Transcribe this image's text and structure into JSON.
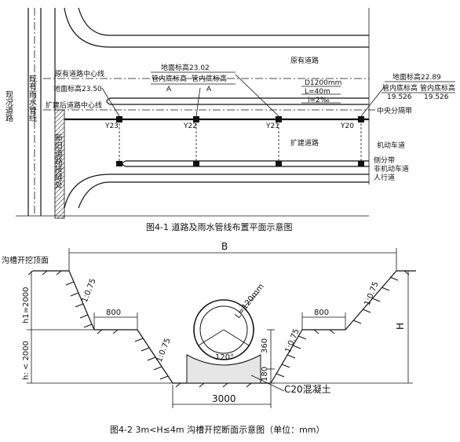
{
  "fig1": {
    "caption": "图4-1 道路及雨水管线布置平面示意图",
    "existing_road": "现况道路",
    "existing_storm_pipe": "既有雨水管线",
    "new_old_road_joint": "新旧道路接缝处",
    "original_road_centerline": "原有道路中心线",
    "original_road": "原有道路",
    "widened_road_centerline": "扩建后道路中心线",
    "widened_road": "扩建道路",
    "ground_elev_1": "地面标高23.02",
    "ground_elev_2": "地面标高23.50",
    "ground_elev_3": "地面标高22.89",
    "invert_label": "管内底标高",
    "invert_a": "A",
    "invert_value": "19.526",
    "pipe_dia": "D1200mm",
    "pipe_len": "L=40m",
    "slope": "i=2‰",
    "median": "中央分隔带",
    "motor_lane": "机动车道",
    "side_strip": "侧分带",
    "nonmotor_lane": "非机动车道",
    "sidewalk": "人行道",
    "wells": [
      "Y23",
      "Y22",
      "Y21",
      "Y20"
    ]
  },
  "fig2": {
    "caption": "图4-2 3m<H≤4m 沟槽开挖断面示意图（单位：mm）",
    "trench_top": "沟槽开挖顶面",
    "B": "B",
    "H": "H",
    "h1": "h1=2000",
    "h2": "h: < 2000",
    "slope_ratio": "1:0.75",
    "berm": "800",
    "wall_thickness": "L=120mm",
    "angle": "120°",
    "dim_360": "360",
    "dim_180": "180",
    "bottom_width": "3000",
    "concrete": "C20混凝土"
  }
}
